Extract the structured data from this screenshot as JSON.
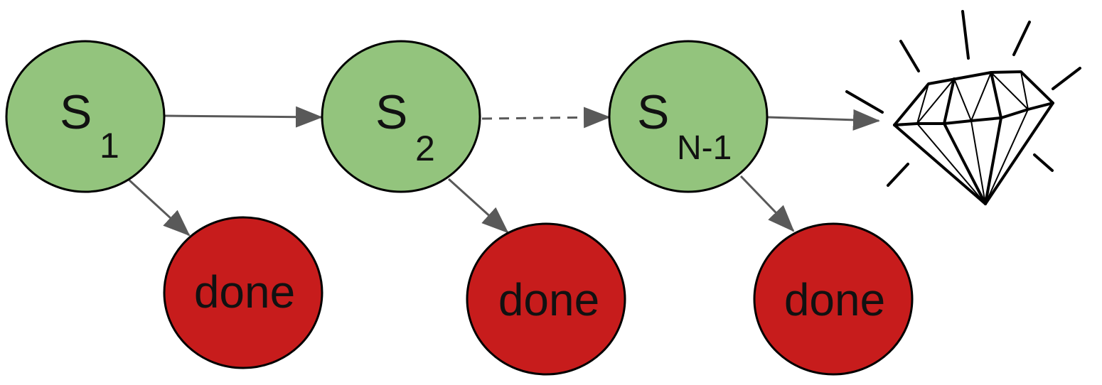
{
  "colors": {
    "state_fill": "#93c47d",
    "done_fill": "#c71c1c",
    "stroke": "#000000",
    "edge": "#595959"
  },
  "states": [
    {
      "letter": "S",
      "subscript": "1"
    },
    {
      "letter": "S",
      "subscript": "2"
    },
    {
      "letter": "S",
      "subscript": "N-1"
    }
  ],
  "done_nodes": [
    {
      "label": "done"
    },
    {
      "label": "done"
    },
    {
      "label": "done"
    }
  ],
  "goal": {
    "icon": "diamond-icon"
  }
}
